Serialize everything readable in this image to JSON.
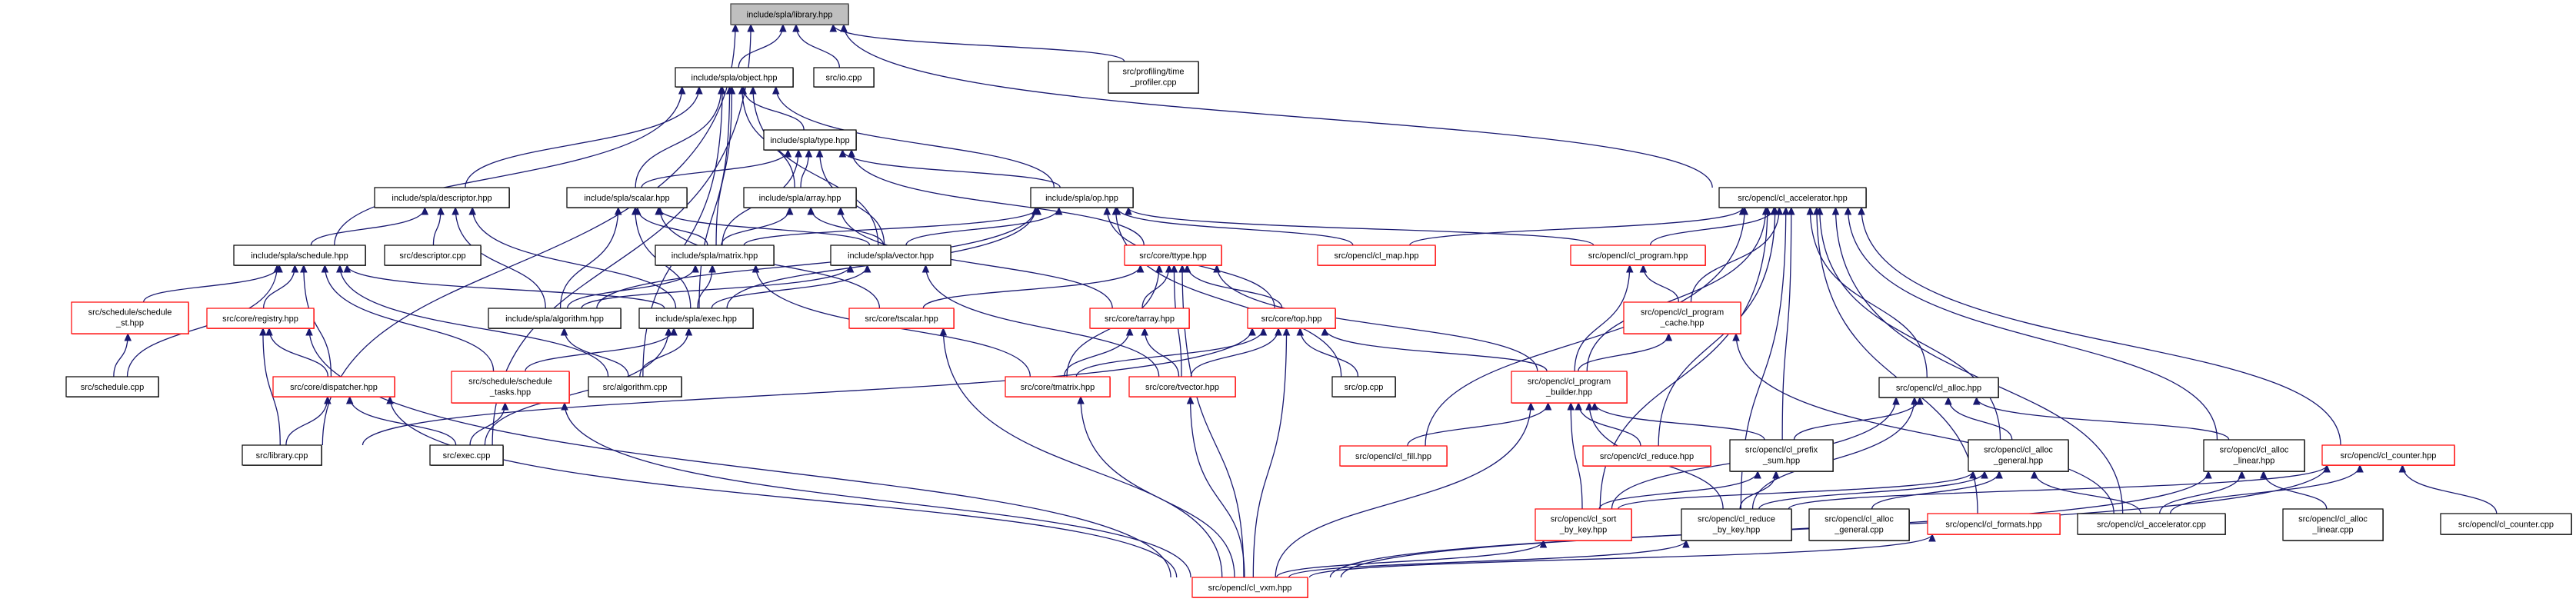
{
  "title": "include/spla/library.hpp include dependency graph",
  "colors": {
    "edge": "#191970",
    "root_fill": "#bfbfbf",
    "normal_border": "#000000",
    "incomplete_border": "#ff0000"
  },
  "nodes": [
    {
      "id": "library_hpp",
      "label": [
        "include/spla/library.hpp"
      ],
      "style": "root"
    },
    {
      "id": "object_hpp",
      "label": [
        "include/spla/object.hpp"
      ],
      "style": "normal"
    },
    {
      "id": "io_cpp",
      "label": [
        "src/io.cpp"
      ],
      "style": "normal"
    },
    {
      "id": "time_profiler_cpp",
      "label": [
        "src/profiling/time",
        "_profiler.cpp"
      ],
      "style": "normal"
    },
    {
      "id": "type_hpp",
      "label": [
        "include/spla/type.hpp"
      ],
      "style": "normal"
    },
    {
      "id": "descriptor_hpp",
      "label": [
        "include/spla/descriptor.hpp"
      ],
      "style": "normal"
    },
    {
      "id": "scalar_hpp",
      "label": [
        "include/spla/scalar.hpp"
      ],
      "style": "normal"
    },
    {
      "id": "array_hpp",
      "label": [
        "include/spla/array.hpp"
      ],
      "style": "normal"
    },
    {
      "id": "op_hpp",
      "label": [
        "include/spla/op.hpp"
      ],
      "style": "normal"
    },
    {
      "id": "cl_accelerator_hpp",
      "label": [
        "src/opencl/cl_accelerator.hpp"
      ],
      "style": "normal"
    },
    {
      "id": "schedule_hpp",
      "label": [
        "include/spla/schedule.hpp"
      ],
      "style": "normal"
    },
    {
      "id": "descriptor_cpp",
      "label": [
        "src/descriptor.cpp"
      ],
      "style": "normal"
    },
    {
      "id": "matrix_hpp",
      "label": [
        "include/spla/matrix.hpp"
      ],
      "style": "normal"
    },
    {
      "id": "vector_hpp",
      "label": [
        "include/spla/vector.hpp"
      ],
      "style": "normal"
    },
    {
      "id": "ttype_hpp",
      "label": [
        "src/core/ttype.hpp"
      ],
      "style": "red"
    },
    {
      "id": "cl_map_hpp",
      "label": [
        "src/opencl/cl_map.hpp"
      ],
      "style": "red"
    },
    {
      "id": "cl_program_hpp",
      "label": [
        "src/opencl/cl_program.hpp"
      ],
      "style": "red"
    },
    {
      "id": "schedule_st_hpp",
      "label": [
        "src/schedule/schedule",
        "_st.hpp"
      ],
      "style": "red"
    },
    {
      "id": "registry_hpp",
      "label": [
        "src/core/registry.hpp"
      ],
      "style": "red"
    },
    {
      "id": "algorithm_hpp",
      "label": [
        "include/spla/algorithm.hpp"
      ],
      "style": "normal"
    },
    {
      "id": "exec_hpp",
      "label": [
        "include/spla/exec.hpp"
      ],
      "style": "normal"
    },
    {
      "id": "tscalar_hpp",
      "label": [
        "src/core/tscalar.hpp"
      ],
      "style": "red"
    },
    {
      "id": "tarray_hpp",
      "label": [
        "src/core/tarray.hpp"
      ],
      "style": "red"
    },
    {
      "id": "top_hpp",
      "label": [
        "src/core/top.hpp"
      ],
      "style": "red"
    },
    {
      "id": "cl_program_cache_hpp",
      "label": [
        "src/opencl/cl_program",
        "_cache.hpp"
      ],
      "style": "red"
    },
    {
      "id": "schedule_cpp",
      "label": [
        "src/schedule.cpp"
      ],
      "style": "normal"
    },
    {
      "id": "dispatcher_hpp",
      "label": [
        "src/core/dispatcher.hpp"
      ],
      "style": "red"
    },
    {
      "id": "schedule_tasks_hpp",
      "label": [
        "src/schedule/schedule",
        "_tasks.hpp"
      ],
      "style": "red"
    },
    {
      "id": "algorithm_cpp",
      "label": [
        "src/algorithm.cpp"
      ],
      "style": "normal"
    },
    {
      "id": "tmatrix_hpp",
      "label": [
        "src/core/tmatrix.hpp"
      ],
      "style": "red"
    },
    {
      "id": "tvector_hpp",
      "label": [
        "src/core/tvector.hpp"
      ],
      "style": "red"
    },
    {
      "id": "op_cpp",
      "label": [
        "src/op.cpp"
      ],
      "style": "normal"
    },
    {
      "id": "cl_program_builder_hpp",
      "label": [
        "src/opencl/cl_program",
        "_builder.hpp"
      ],
      "style": "red"
    },
    {
      "id": "cl_alloc_hpp",
      "label": [
        "src/opencl/cl_alloc.hpp"
      ],
      "style": "normal"
    },
    {
      "id": "library_cpp",
      "label": [
        "src/library.cpp"
      ],
      "style": "normal"
    },
    {
      "id": "exec_cpp",
      "label": [
        "src/exec.cpp"
      ],
      "style": "normal"
    },
    {
      "id": "cl_fill_hpp",
      "label": [
        "src/opencl/cl_fill.hpp"
      ],
      "style": "red"
    },
    {
      "id": "cl_reduce_hpp",
      "label": [
        "src/opencl/cl_reduce.hpp"
      ],
      "style": "red"
    },
    {
      "id": "cl_prefix_sum_hpp",
      "label": [
        "src/opencl/cl_prefix",
        "_sum.hpp"
      ],
      "style": "normal"
    },
    {
      "id": "cl_alloc_general_hpp",
      "label": [
        "src/opencl/cl_alloc",
        "_general.hpp"
      ],
      "style": "normal"
    },
    {
      "id": "cl_alloc_linear_hpp",
      "label": [
        "src/opencl/cl_alloc",
        "_linear.hpp"
      ],
      "style": "normal"
    },
    {
      "id": "cl_counter_hpp",
      "label": [
        "src/opencl/cl_counter.hpp"
      ],
      "style": "red"
    },
    {
      "id": "cl_sort_by_key_hpp",
      "label": [
        "src/opencl/cl_sort",
        "_by_key.hpp"
      ],
      "style": "red"
    },
    {
      "id": "cl_reduce_by_key_hpp",
      "label": [
        "src/opencl/cl_reduce",
        "_by_key.hpp"
      ],
      "style": "normal"
    },
    {
      "id": "cl_alloc_general_cpp",
      "label": [
        "src/opencl/cl_alloc",
        "_general.cpp"
      ],
      "style": "normal"
    },
    {
      "id": "cl_formats_hpp",
      "label": [
        "src/opencl/cl_formats.hpp"
      ],
      "style": "red"
    },
    {
      "id": "cl_accelerator_cpp",
      "label": [
        "src/opencl/cl_accelerator.cpp"
      ],
      "style": "normal"
    },
    {
      "id": "cl_alloc_linear_cpp",
      "label": [
        "src/opencl/cl_alloc",
        "_linear.cpp"
      ],
      "style": "normal"
    },
    {
      "id": "cl_counter_cpp",
      "label": [
        "src/opencl/cl_counter.cpp"
      ],
      "style": "normal"
    },
    {
      "id": "cl_vxm_hpp",
      "label": [
        "src/opencl/cl_vxm.hpp"
      ],
      "style": "red"
    }
  ],
  "edges": [
    [
      "object_hpp",
      "library_hpp"
    ],
    [
      "io_cpp",
      "library_hpp"
    ],
    [
      "time_profiler_cpp",
      "library_hpp"
    ],
    [
      "cl_accelerator_hpp",
      "library_hpp"
    ],
    [
      "library_cpp",
      "library_hpp"
    ],
    [
      "exec_cpp",
      "library_hpp"
    ],
    [
      "type_hpp",
      "object_hpp"
    ],
    [
      "descriptor_hpp",
      "object_hpp"
    ],
    [
      "scalar_hpp",
      "object_hpp"
    ],
    [
      "array_hpp",
      "object_hpp"
    ],
    [
      "op_hpp",
      "object_hpp"
    ],
    [
      "schedule_hpp",
      "object_hpp"
    ],
    [
      "matrix_hpp",
      "object_hpp"
    ],
    [
      "vector_hpp",
      "object_hpp"
    ],
    [
      "exec_hpp",
      "object_hpp"
    ],
    [
      "algorithm_cpp",
      "object_hpp"
    ],
    [
      "scalar_hpp",
      "type_hpp"
    ],
    [
      "array_hpp",
      "type_hpp"
    ],
    [
      "op_hpp",
      "type_hpp"
    ],
    [
      "matrix_hpp",
      "type_hpp"
    ],
    [
      "vector_hpp",
      "type_hpp"
    ],
    [
      "ttype_hpp",
      "type_hpp"
    ],
    [
      "schedule_hpp",
      "descriptor_hpp"
    ],
    [
      "descriptor_cpp",
      "descriptor_hpp"
    ],
    [
      "algorithm_hpp",
      "descriptor_hpp"
    ],
    [
      "exec_hpp",
      "descriptor_hpp"
    ],
    [
      "matrix_hpp",
      "scalar_hpp"
    ],
    [
      "vector_hpp",
      "scalar_hpp"
    ],
    [
      "algorithm_hpp",
      "scalar_hpp"
    ],
    [
      "exec_hpp",
      "scalar_hpp"
    ],
    [
      "tscalar_hpp",
      "scalar_hpp"
    ],
    [
      "matrix_hpp",
      "array_hpp"
    ],
    [
      "vector_hpp",
      "array_hpp"
    ],
    [
      "tarray_hpp",
      "array_hpp"
    ],
    [
      "matrix_hpp",
      "op_hpp"
    ],
    [
      "vector_hpp",
      "op_hpp"
    ],
    [
      "algorithm_hpp",
      "op_hpp"
    ],
    [
      "exec_hpp",
      "op_hpp"
    ],
    [
      "cl_map_hpp",
      "op_hpp"
    ],
    [
      "cl_program_hpp",
      "op_hpp"
    ],
    [
      "top_hpp",
      "op_hpp"
    ],
    [
      "op_cpp",
      "op_hpp"
    ],
    [
      "cl_map_hpp",
      "cl_accelerator_hpp"
    ],
    [
      "cl_program_hpp",
      "cl_accelerator_hpp"
    ],
    [
      "cl_program_cache_hpp",
      "cl_accelerator_hpp"
    ],
    [
      "cl_program_builder_hpp",
      "cl_accelerator_hpp"
    ],
    [
      "cl_alloc_hpp",
      "cl_accelerator_hpp"
    ],
    [
      "cl_fill_hpp",
      "cl_accelerator_hpp"
    ],
    [
      "cl_reduce_hpp",
      "cl_accelerator_hpp"
    ],
    [
      "cl_prefix_sum_hpp",
      "cl_accelerator_hpp"
    ],
    [
      "cl_alloc_general_hpp",
      "cl_accelerator_hpp"
    ],
    [
      "cl_alloc_linear_hpp",
      "cl_accelerator_hpp"
    ],
    [
      "cl_counter_hpp",
      "cl_accelerator_hpp"
    ],
    [
      "cl_sort_by_key_hpp",
      "cl_accelerator_hpp"
    ],
    [
      "cl_reduce_by_key_hpp",
      "cl_accelerator_hpp"
    ],
    [
      "cl_formats_hpp",
      "cl_accelerator_hpp"
    ],
    [
      "cl_accelerator_cpp",
      "cl_accelerator_hpp"
    ],
    [
      "schedule_st_hpp",
      "schedule_hpp"
    ],
    [
      "registry_hpp",
      "schedule_hpp"
    ],
    [
      "schedule_cpp",
      "schedule_hpp"
    ],
    [
      "dispatcher_hpp",
      "schedule_hpp"
    ],
    [
      "schedule_tasks_hpp",
      "schedule_hpp"
    ],
    [
      "algorithm_cpp",
      "schedule_hpp"
    ],
    [
      "exec_hpp",
      "schedule_hpp"
    ],
    [
      "algorithm_hpp",
      "matrix_hpp"
    ],
    [
      "exec_hpp",
      "matrix_hpp"
    ],
    [
      "tmatrix_hpp",
      "matrix_hpp"
    ],
    [
      "algorithm_hpp",
      "vector_hpp"
    ],
    [
      "exec_hpp",
      "vector_hpp"
    ],
    [
      "tvector_hpp",
      "vector_hpp"
    ],
    [
      "tscalar_hpp",
      "ttype_hpp"
    ],
    [
      "tarray_hpp",
      "ttype_hpp"
    ],
    [
      "top_hpp",
      "ttype_hpp"
    ],
    [
      "tmatrix_hpp",
      "ttype_hpp"
    ],
    [
      "tvector_hpp",
      "ttype_hpp"
    ],
    [
      "cl_program_builder_hpp",
      "ttype_hpp"
    ],
    [
      "cl_vxm_hpp",
      "ttype_hpp"
    ],
    [
      "cl_program_cache_hpp",
      "cl_program_hpp"
    ],
    [
      "cl_program_builder_hpp",
      "cl_program_hpp"
    ],
    [
      "schedule_cpp",
      "schedule_st_hpp"
    ],
    [
      "dispatcher_hpp",
      "registry_hpp"
    ],
    [
      "library_cpp",
      "registry_hpp"
    ],
    [
      "cl_vxm_hpp",
      "registry_hpp"
    ],
    [
      "algorithm_cpp",
      "algorithm_hpp"
    ],
    [
      "schedule_tasks_hpp",
      "exec_hpp"
    ],
    [
      "algorithm_cpp",
      "exec_hpp"
    ],
    [
      "exec_cpp",
      "exec_hpp"
    ],
    [
      "cl_vxm_hpp",
      "tscalar_hpp"
    ],
    [
      "tmatrix_hpp",
      "tarray_hpp"
    ],
    [
      "tvector_hpp",
      "tarray_hpp"
    ],
    [
      "tmatrix_hpp",
      "top_hpp"
    ],
    [
      "tvector_hpp",
      "top_hpp"
    ],
    [
      "op_cpp",
      "top_hpp"
    ],
    [
      "cl_program_builder_hpp",
      "top_hpp"
    ],
    [
      "library_cpp",
      "top_hpp"
    ],
    [
      "cl_vxm_hpp",
      "top_hpp"
    ],
    [
      "cl_program_builder_hpp",
      "cl_program_cache_hpp"
    ],
    [
      "cl_accelerator_cpp",
      "cl_program_cache_hpp"
    ],
    [
      "library_cpp",
      "dispatcher_hpp"
    ],
    [
      "exec_cpp",
      "dispatcher_hpp"
    ],
    [
      "cl_vxm_hpp",
      "dispatcher_hpp"
    ],
    [
      "exec_cpp",
      "schedule_tasks_hpp"
    ],
    [
      "cl_vxm_hpp",
      "schedule_tasks_hpp"
    ],
    [
      "cl_vxm_hpp",
      "tmatrix_hpp"
    ],
    [
      "cl_vxm_hpp",
      "tvector_hpp"
    ],
    [
      "cl_fill_hpp",
      "cl_program_builder_hpp"
    ],
    [
      "cl_reduce_hpp",
      "cl_program_builder_hpp"
    ],
    [
      "cl_prefix_sum_hpp",
      "cl_program_builder_hpp"
    ],
    [
      "cl_sort_by_key_hpp",
      "cl_program_builder_hpp"
    ],
    [
      "cl_reduce_by_key_hpp",
      "cl_program_builder_hpp"
    ],
    [
      "cl_vxm_hpp",
      "cl_program_builder_hpp"
    ],
    [
      "cl_prefix_sum_hpp",
      "cl_alloc_hpp"
    ],
    [
      "cl_alloc_general_hpp",
      "cl_alloc_hpp"
    ],
    [
      "cl_alloc_linear_hpp",
      "cl_alloc_hpp"
    ],
    [
      "cl_sort_by_key_hpp",
      "cl_alloc_hpp"
    ],
    [
      "cl_reduce_by_key_hpp",
      "cl_alloc_hpp"
    ],
    [
      "cl_sort_by_key_hpp",
      "cl_prefix_sum_hpp"
    ],
    [
      "cl_reduce_by_key_hpp",
      "cl_prefix_sum_hpp"
    ],
    [
      "cl_sort_by_key_hpp",
      "cl_alloc_general_hpp"
    ],
    [
      "cl_reduce_by_key_hpp",
      "cl_alloc_general_hpp"
    ],
    [
      "cl_alloc_general_cpp",
      "cl_alloc_general_hpp"
    ],
    [
      "cl_accelerator_cpp",
      "cl_alloc_general_hpp"
    ],
    [
      "cl_accelerator_cpp",
      "cl_alloc_linear_hpp"
    ],
    [
      "cl_alloc_linear_cpp",
      "cl_alloc_linear_hpp"
    ],
    [
      "cl_vxm_hpp",
      "cl_alloc_linear_hpp"
    ],
    [
      "cl_reduce_by_key_hpp",
      "cl_counter_hpp"
    ],
    [
      "cl_accelerator_cpp",
      "cl_counter_hpp"
    ],
    [
      "cl_counter_cpp",
      "cl_counter_hpp"
    ],
    [
      "cl_vxm_hpp",
      "cl_counter_hpp"
    ],
    [
      "cl_vxm_hpp",
      "cl_sort_by_key_hpp"
    ],
    [
      "cl_vxm_hpp",
      "cl_reduce_by_key_hpp"
    ],
    [
      "cl_vxm_hpp",
      "cl_formats_hpp"
    ]
  ]
}
